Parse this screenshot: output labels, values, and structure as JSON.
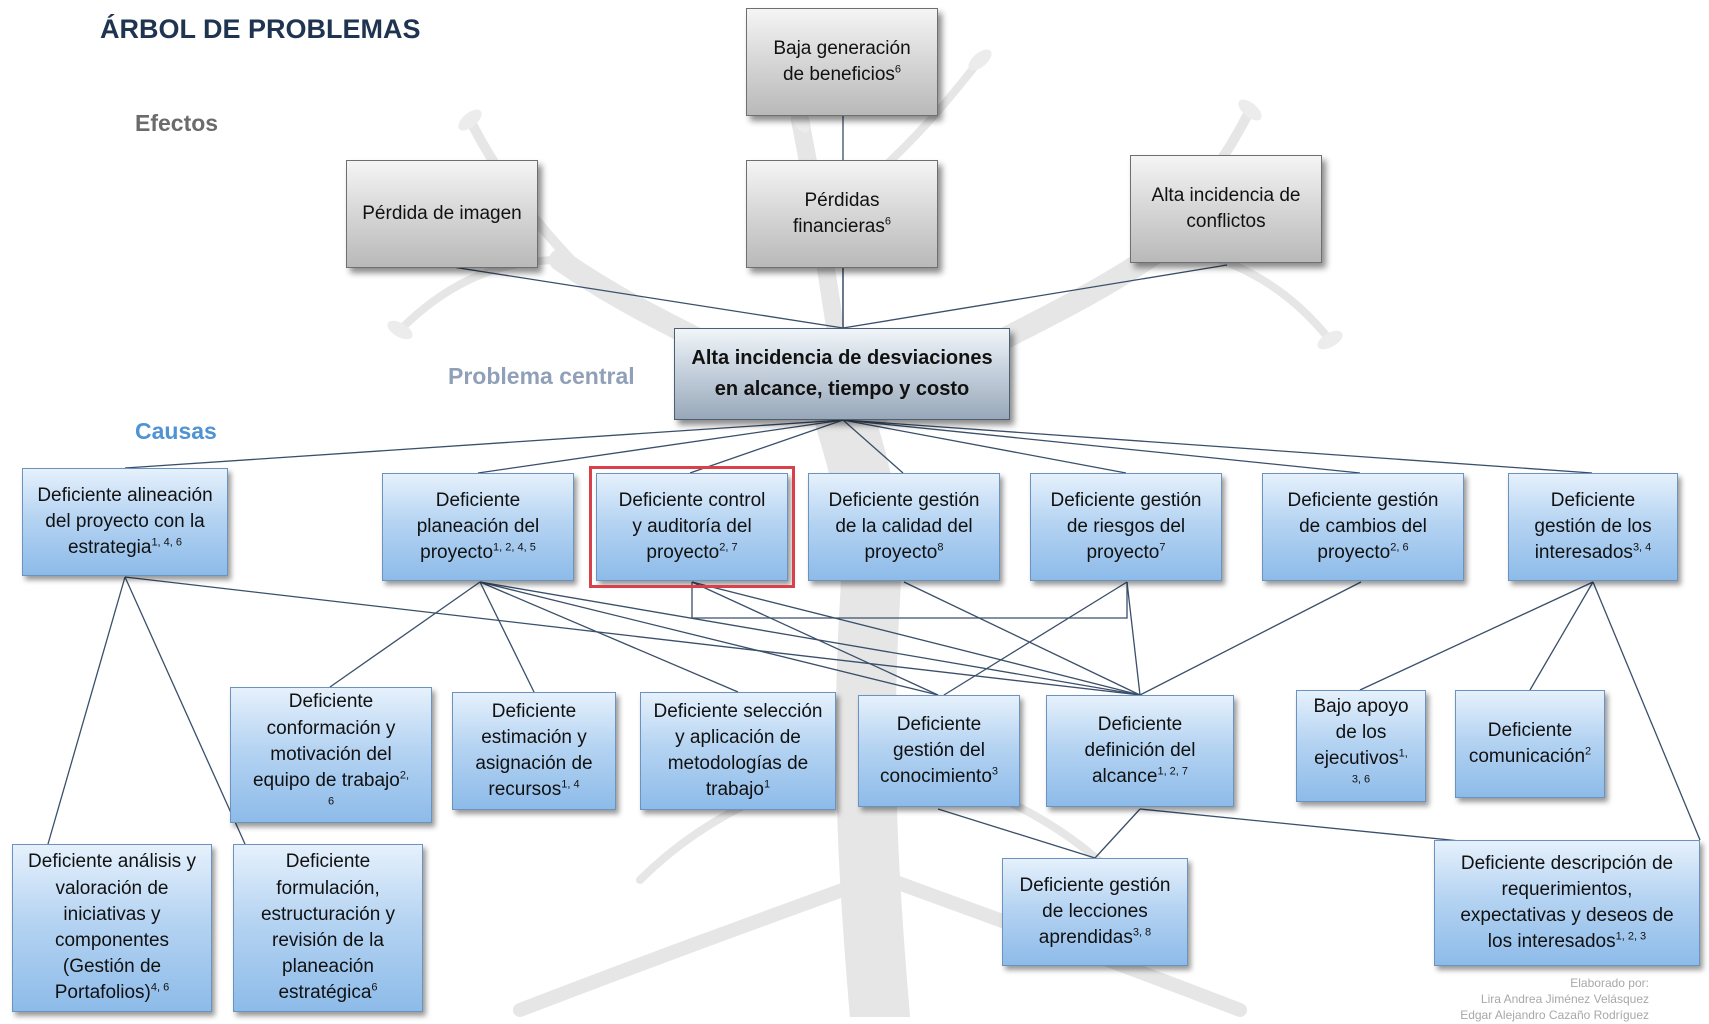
{
  "title": "ÁRBOL DE PROBLEMAS",
  "sections": {
    "efectos": "Efectos",
    "problema_central": "Problema central",
    "causas": "Causas"
  },
  "central_problem": {
    "lines": [
      "Alta incidencia de desviaciones",
      "en alcance, tiempo y costo"
    ]
  },
  "effects": [
    {
      "id": "baja-generacion-beneficios",
      "lines": [
        "Baja generación",
        "de beneficios"
      ],
      "refs": [
        "6"
      ]
    },
    {
      "id": "perdida-de-imagen",
      "lines": [
        "Pérdida de imagen"
      ],
      "refs": []
    },
    {
      "id": "perdidas-financieras",
      "lines": [
        "Pérdidas",
        "financieras"
      ],
      "refs": [
        "6"
      ]
    },
    {
      "id": "alta-incidencia-conflictos",
      "lines": [
        "Alta incidencia de",
        "conflictos"
      ],
      "refs": []
    }
  ],
  "primary_causes": [
    {
      "id": "alineacion-estrategia",
      "lines": [
        "Deficiente alineación",
        "del proyecto con la",
        "estrategia"
      ],
      "refs": [
        "1, 4, 6"
      ]
    },
    {
      "id": "planeacion-proyecto",
      "lines": [
        "Deficiente",
        "planeación del",
        "proyecto"
      ],
      "refs": [
        "1, 2, 4, 5"
      ]
    },
    {
      "id": "control-auditoria",
      "lines": [
        "Deficiente control",
        "y auditoría del",
        "proyecto"
      ],
      "refs": [
        "2, 7"
      ]
    },
    {
      "id": "gestion-calidad",
      "lines": [
        "Deficiente gestión",
        "de la calidad del",
        "proyecto"
      ],
      "refs": [
        "8"
      ]
    },
    {
      "id": "gestion-riesgos",
      "lines": [
        "Deficiente gestión",
        "de riesgos del",
        "proyecto"
      ],
      "refs": [
        "7"
      ]
    },
    {
      "id": "gestion-cambios",
      "lines": [
        "Deficiente gestión",
        "de cambios del",
        "proyecto"
      ],
      "refs": [
        "2, 6"
      ]
    },
    {
      "id": "gestion-interesados",
      "lines": [
        "Deficiente",
        "gestión de los",
        "interesados"
      ],
      "refs": [
        "3, 4"
      ]
    }
  ],
  "secondary_causes": [
    {
      "id": "conformacion-equipo",
      "lines": [
        "Deficiente",
        "conformación y",
        "motivación del",
        "equipo de trabajo"
      ],
      "refs": [
        "2,",
        "6"
      ]
    },
    {
      "id": "estimacion-recursos",
      "lines": [
        "Deficiente",
        "estimación y",
        "asignación de",
        "recursos"
      ],
      "refs": [
        "1, 4"
      ]
    },
    {
      "id": "seleccion-metodologias",
      "lines": [
        "Deficiente selección",
        "y aplicación de",
        "metodologías de",
        "trabajo"
      ],
      "refs": [
        "1"
      ]
    },
    {
      "id": "gestion-conocimiento",
      "lines": [
        "Deficiente",
        "gestión del",
        "conocimiento"
      ],
      "refs": [
        "3"
      ]
    },
    {
      "id": "definicion-alcance",
      "lines": [
        "Deficiente",
        "definición del",
        "alcance"
      ],
      "refs": [
        "1, 2, 7"
      ]
    },
    {
      "id": "apoyo-ejecutivos",
      "lines": [
        "Bajo apoyo",
        "de los",
        "ejecutivos"
      ],
      "refs": [
        "1,",
        "3, 6"
      ]
    },
    {
      "id": "comunicacion",
      "lines": [
        "Deficiente",
        "comunicación"
      ],
      "refs": [
        "2"
      ]
    }
  ],
  "tertiary_causes": [
    {
      "id": "analisis-iniciativas",
      "lines": [
        "Deficiente análisis y",
        "valoración de",
        "iniciativas y",
        "componentes",
        "(Gestión de",
        "Portafolios)"
      ],
      "refs": [
        "4, 6"
      ]
    },
    {
      "id": "formulacion-planeacion",
      "lines": [
        "Deficiente",
        "formulación,",
        "estructuración y",
        "revisión de la",
        "planeación",
        "estratégica"
      ],
      "refs": [
        "6"
      ]
    },
    {
      "id": "lecciones-aprendidas",
      "lines": [
        "Deficiente gestión",
        "de lecciones",
        "aprendidas"
      ],
      "refs": [
        "3, 8"
      ]
    },
    {
      "id": "descripcion-requerimientos",
      "lines": [
        "Deficiente descripción de",
        "requerimientos,",
        "expectativas y deseos de",
        "los interesados"
      ],
      "refs": [
        "1, 2, 3"
      ]
    }
  ],
  "credit": {
    "lines": [
      "Elaborado por:",
      "Lira Andrea Jiménez Velásquez",
      "Edgar Alejandro Cazaño Rodríguez"
    ]
  }
}
